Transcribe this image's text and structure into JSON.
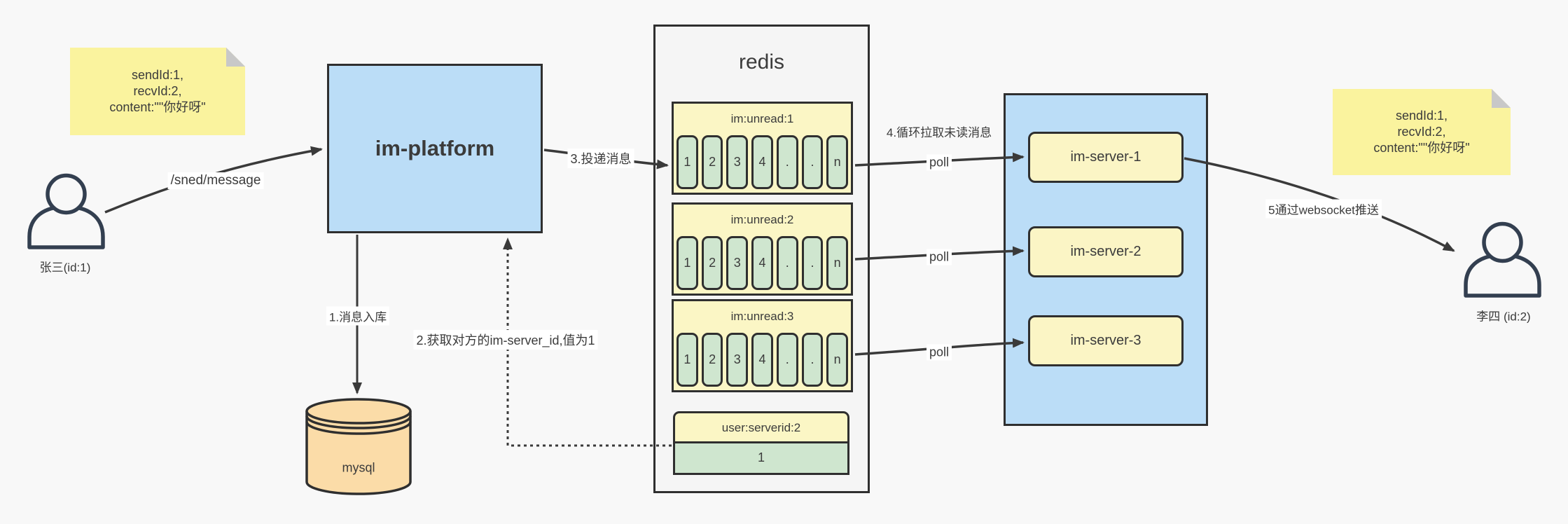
{
  "diagram_title": "im message push flow",
  "colors": {
    "canvas_bg": "#f8f8f8",
    "note_yellow": "#faf39e",
    "note_fold_gray": "#c8c8c8",
    "node_blue": "#bbddf7",
    "box_yellow": "#fbf5c5",
    "cell_green": "#cfe6cf",
    "db_orange": "#fbdca8",
    "line_dark": "#3a3a3a",
    "label_bg": "#ffffff"
  },
  "notes": {
    "left": {
      "line1": "sendId:1,",
      "line2": "recvId:2,",
      "line3": "content:\"\"你好呀\""
    },
    "right": {
      "line1": "sendId:1,",
      "line2": "recvId:2,",
      "line3": "content:\"\"你好呀\""
    }
  },
  "actors": {
    "sender": {
      "label": "张三(id:1)"
    },
    "receiver": {
      "label": "李四 (id:2)"
    }
  },
  "platform": {
    "label": "im-platform"
  },
  "database": {
    "label": "mysql"
  },
  "redis": {
    "title": "redis",
    "queues": [
      {
        "title": "im:unread:1",
        "cells": [
          "1",
          "2",
          "3",
          "4",
          ".",
          ".",
          "n"
        ]
      },
      {
        "title": "im:unread:2",
        "cells": [
          "1",
          "2",
          "3",
          "4",
          ".",
          ".",
          "n"
        ]
      },
      {
        "title": "im:unread:3",
        "cells": [
          "1",
          "2",
          "3",
          "4",
          ".",
          ".",
          "n"
        ]
      }
    ],
    "kv": {
      "key": "user:serverid:2",
      "value": "1"
    }
  },
  "servers": {
    "s1": {
      "label": "im-server-1"
    },
    "s2": {
      "label": "im-server-2"
    },
    "s3": {
      "label": "im-server-3"
    }
  },
  "edges": {
    "send": "/sned/message",
    "step1": "1.消息入库",
    "step2": "2.获取对方的im-server_id,值为1",
    "step3": "3.投递消息",
    "step4": "4.循环拉取未读消息",
    "poll1": "poll",
    "poll2": "poll",
    "poll3": "poll",
    "step5": "5通过websocket推送"
  }
}
